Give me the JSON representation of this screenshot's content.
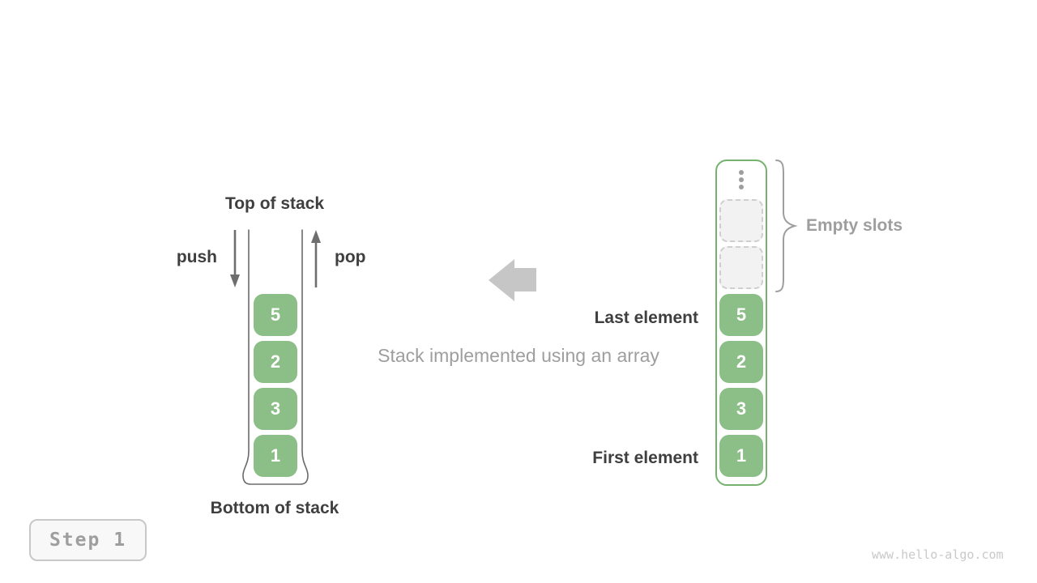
{
  "left_stack": {
    "top_label": "Top of stack",
    "bottom_label": "Bottom of stack",
    "push_label": "push",
    "pop_label": "pop",
    "values": [
      "5",
      "2",
      "3",
      "1"
    ]
  },
  "middle": {
    "caption": "Stack implemented using an array"
  },
  "array": {
    "empty_slots_label": "Empty slots",
    "last_element_label": "Last element",
    "first_element_label": "First element",
    "empty_slot_count": 2,
    "values": [
      "5",
      "2",
      "3",
      "1"
    ]
  },
  "footer": {
    "step_badge": "Step 1",
    "watermark": "www.hello-algo.com"
  },
  "colors": {
    "element_green": "#8cbe87",
    "array_border_green": "#74b26e",
    "label_dark": "#3f3f3f",
    "label_gray": "#9e9e9e",
    "arrow_gray": "#6e6e6e",
    "block_arrow_gray": "#c6c6c6",
    "empty_slot_bg": "#f2f2f2",
    "empty_slot_border": "#cfcfcf",
    "container_line": "#6b6b6b",
    "badge_border": "#c8c8c8",
    "badge_bg": "#f8f8f8",
    "watermark_gray": "#c9c9c9"
  }
}
